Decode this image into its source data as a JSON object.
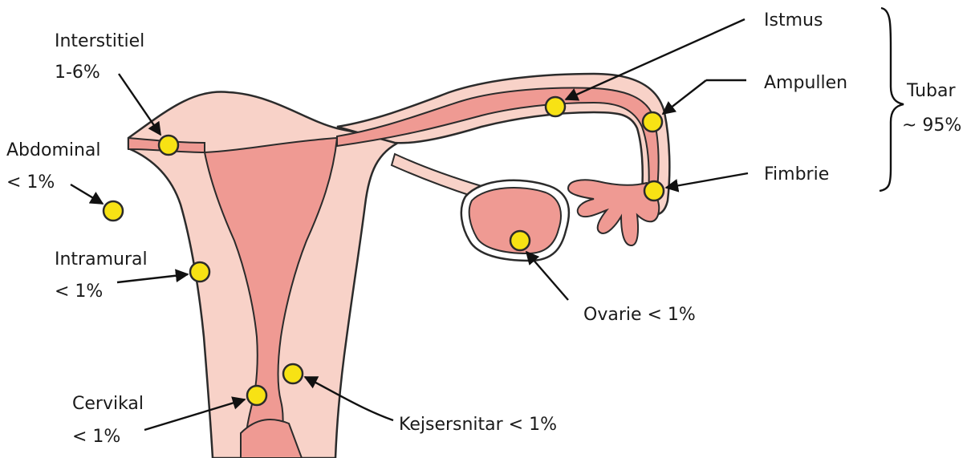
{
  "diagram": {
    "colors": {
      "tissue_light": "#f8d2c8",
      "tissue_dark": "#ef9a93",
      "outline": "#2b2b2b",
      "site_marker": "#f7e214",
      "text": "#1a1a1a"
    },
    "labels": {
      "interstitiel": "Interstitiel",
      "interstitiel_pct": "1-6%",
      "abdominal": "Abdominal",
      "abdominal_pct": "< 1%",
      "intramural": "Intramural",
      "intramural_pct": "< 1%",
      "cervikal": "Cervikal",
      "cervikal_pct": "< 1%",
      "kejsersnitar": "Kejsersnitar < 1%",
      "ovarie": "Ovarie < 1%",
      "istmus": "Istmus",
      "ampullen": "Ampullen",
      "fimbrie": "Fimbrie",
      "tubar": "Tubar",
      "tubar_pct": "~ 95%"
    }
  }
}
